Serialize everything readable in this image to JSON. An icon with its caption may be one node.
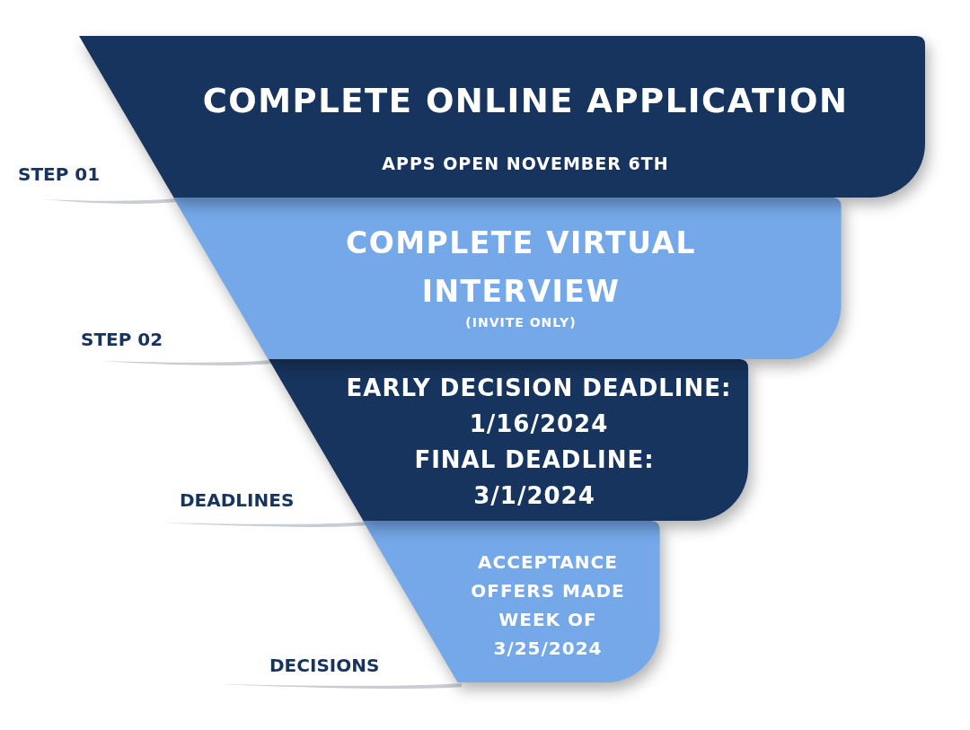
{
  "diagram": {
    "nodes": [
      {
        "text": [
          "COMPLETE ONLINE APPLICATION",
          "APPS OPEN NOVEMBER 6TH"
        ],
        "beside": [
          "STEP 01"
        ]
      },
      {
        "text": [
          "COMPLETE VIRTUAL INTERVIEW",
          "(INVITE ONLY)"
        ],
        "beside": [
          "STEP 02"
        ]
      },
      {
        "text": [
          "EARLY DECISION DEADLINE: 1/16/2024",
          "FINAL DEADLINE: 3/1/2024"
        ],
        "beside": [
          "DEADLINES"
        ]
      },
      {
        "text": [
          "ACCEPTANCE OFFERS MADE WEEK OF 3/25/2024"
        ],
        "beside": [
          "DECISIONS"
        ]
      }
    ],
    "edges": []
  }
}
